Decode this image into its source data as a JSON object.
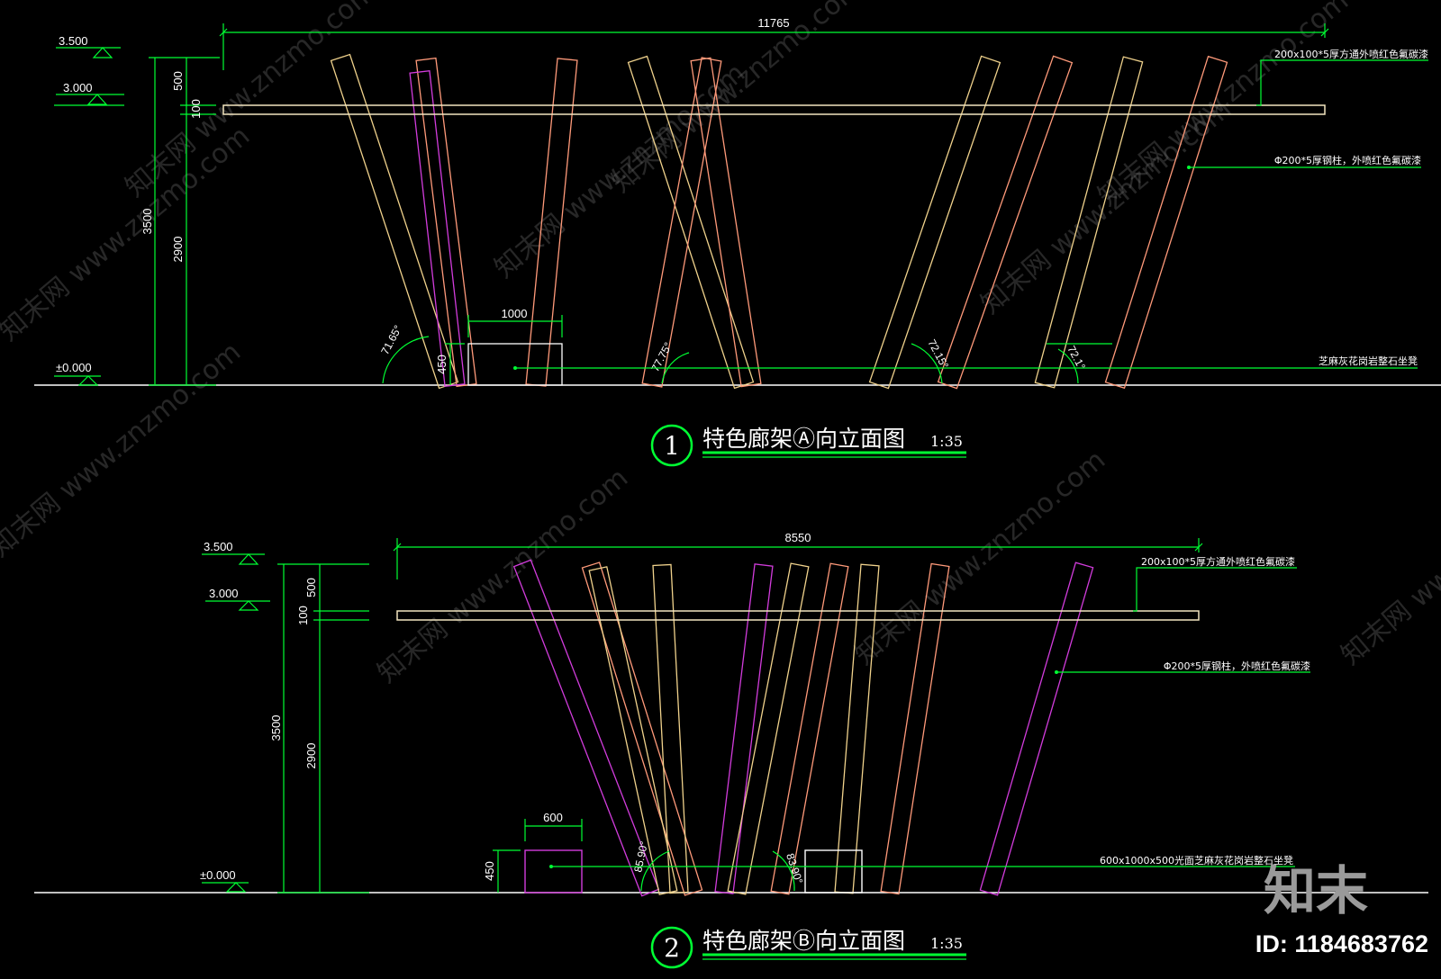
{
  "colors": {
    "background": "#000000",
    "dimension": "#00ff33",
    "post_orange": "#ff9a7a",
    "post_yellow": "#f0d28c",
    "post_magenta": "#d23cdc",
    "beam": "#f3e6c0",
    "ground": "#ffffff"
  },
  "watermarks": [
    "知末网 www.znzmo.com"
  ],
  "brand": {
    "logo": "知末",
    "id_label": "ID: 1184683762"
  },
  "elevation_a": {
    "number": "1",
    "title": "特色廊架Ⓐ向立面图",
    "scale": "1:35",
    "overall_dim": "11765",
    "levels": [
      "3.500",
      "3.000",
      "±0.000"
    ],
    "v_dims": [
      "3500",
      "500",
      "100",
      "2900"
    ],
    "bench_dims": [
      "1000",
      "450"
    ],
    "angles": [
      "71.65°",
      "77.75°",
      "72.15°",
      "72.1°"
    ],
    "notes": {
      "beam": "200x100*5厚方通外喷红色氟碳漆",
      "column": "Φ200*5厚钢柱，外喷红色氟碳漆",
      "bench": "芝麻灰花岗岩整石坐凳"
    }
  },
  "elevation_b": {
    "number": "2",
    "title": "特色廊架Ⓑ向立面图",
    "scale": "1:35",
    "overall_dim": "8550",
    "levels": [
      "3.500",
      "3.000",
      "±0.000"
    ],
    "v_dims": [
      "3500",
      "500",
      "100",
      "2900"
    ],
    "bench_dims": [
      "600",
      "450"
    ],
    "angles": [
      "85.90°",
      "83.90°"
    ],
    "notes": {
      "beam": "200x100*5厚方通外喷红色氟碳漆",
      "column": "Φ200*5厚钢柱，外喷红色氟碳漆",
      "bench": "600x1000x500光面芝麻灰花岗岩整石坐凳"
    }
  }
}
